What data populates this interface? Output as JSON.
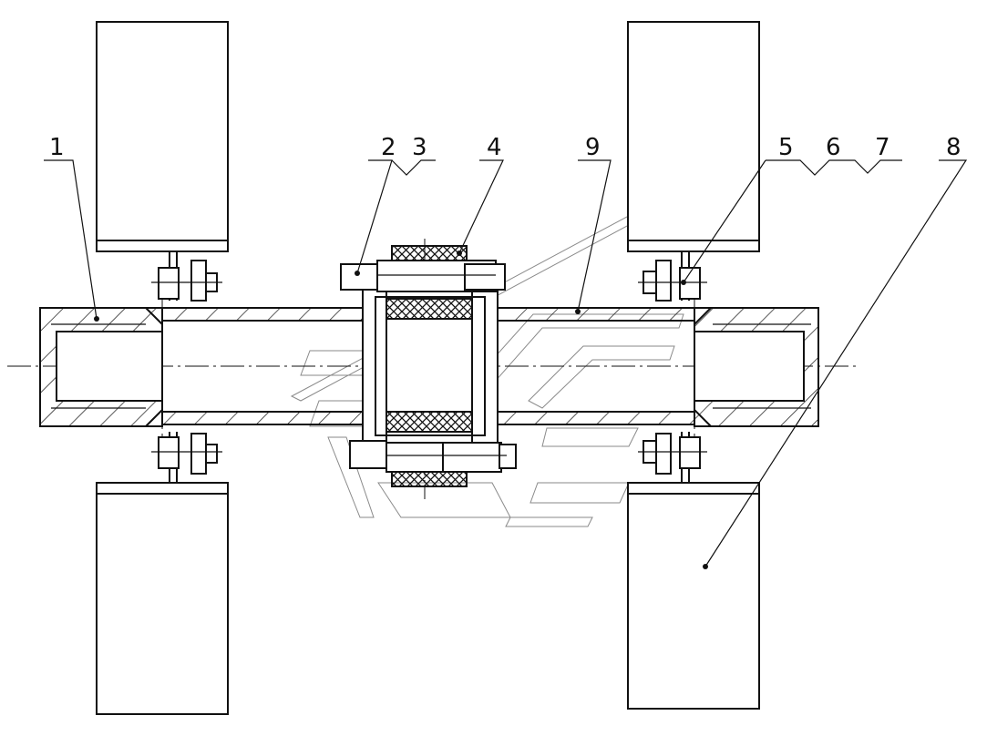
{
  "callouts": [
    {
      "id": "c1",
      "label": "1"
    },
    {
      "id": "c2",
      "label": "2"
    },
    {
      "id": "c3",
      "label": "3"
    },
    {
      "id": "c4",
      "label": "4"
    },
    {
      "id": "c9",
      "label": "9"
    },
    {
      "id": "c5",
      "label": "5"
    },
    {
      "id": "c6",
      "label": "6"
    },
    {
      "id": "c7",
      "label": "7"
    },
    {
      "id": "c8",
      "label": "8"
    }
  ],
  "colors": {
    "line": "#111111",
    "background": "#ffffff",
    "watermark": "#8a8a8a"
  }
}
